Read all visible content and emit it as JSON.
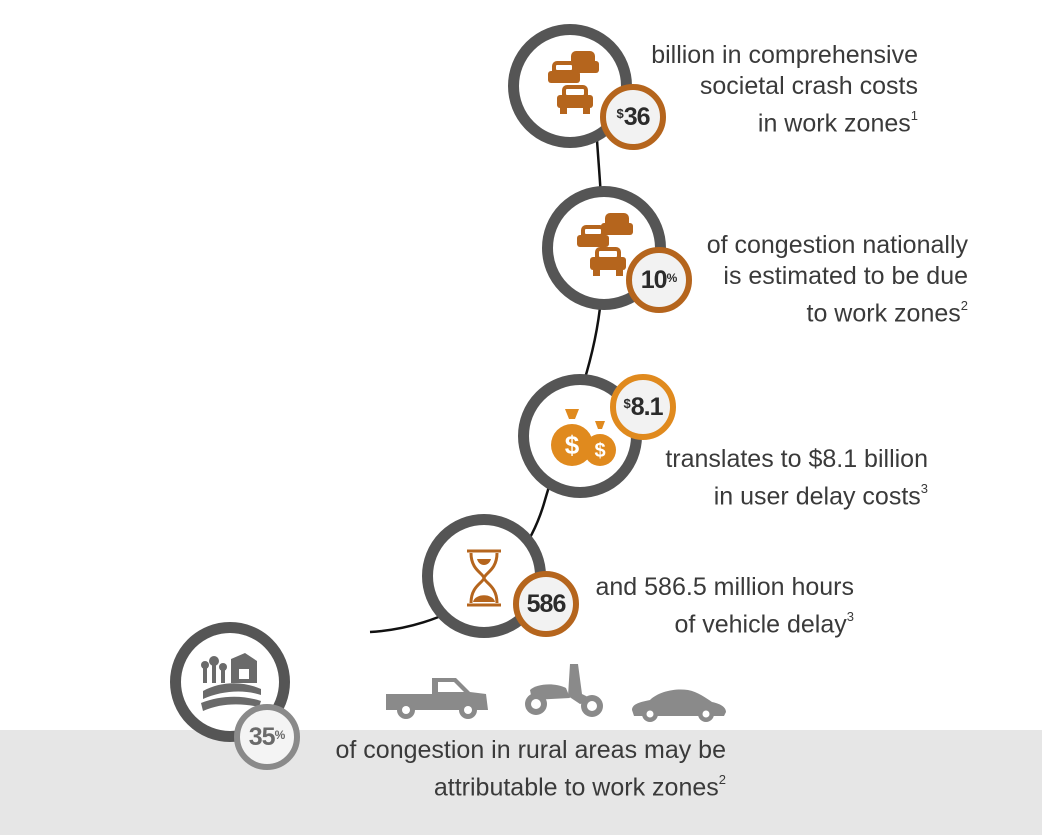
{
  "colors": {
    "ring": "#555555",
    "orange": "#b5651d",
    "gold": "#e08a1e",
    "grey": "#8a8a8a",
    "band": "#e6e6e6"
  },
  "stats": [
    {
      "icon": "cars-icon",
      "prefix": "$",
      "value": "36",
      "suffix": "",
      "lines": [
        "billion in comprehensive",
        "societal crash costs",
        "in work zones"
      ],
      "note": "1"
    },
    {
      "icon": "cars-icon",
      "prefix": "",
      "value": "10",
      "suffix": "%",
      "lines": [
        "of congestion nationally",
        "is estimated to be due",
        "to work zones"
      ],
      "note": "2"
    },
    {
      "icon": "money-bags-icon",
      "prefix": "$",
      "value": "8.1",
      "suffix": "",
      "lines": [
        "translates to $8.1 billion",
        "in user delay costs"
      ],
      "note": "3"
    },
    {
      "icon": "hourglass-icon",
      "prefix": "",
      "value": "586",
      "suffix": "",
      "lines": [
        "and 586.5 million hours",
        "of vehicle delay"
      ],
      "note": "3"
    },
    {
      "icon": "farm-icon",
      "prefix": "",
      "value": "35",
      "suffix": "%",
      "lines": [
        "of congestion in rural areas may be",
        "attributable to work zones"
      ],
      "note": "2"
    }
  ],
  "vehicles": [
    "pickup-truck-icon",
    "scooter-icon",
    "car-icon"
  ]
}
